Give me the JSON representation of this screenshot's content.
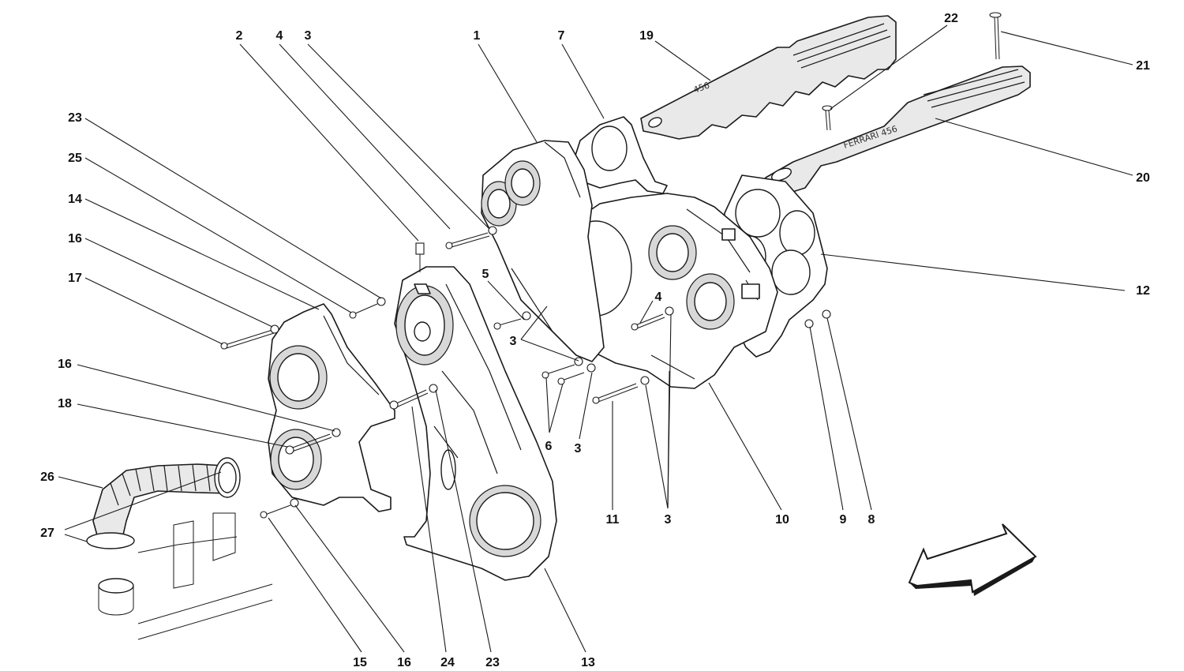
{
  "diagram": {
    "callouts": {
      "n1": "1",
      "n2": "2",
      "n3a": "3",
      "n3b": "3",
      "n3c": "3",
      "n3d": "3",
      "n4a": "4",
      "n4b": "4",
      "n5": "5",
      "n6": "6",
      "n7": "7",
      "n8": "8",
      "n9": "9",
      "n10": "10",
      "n11": "11",
      "n12": "12",
      "n13": "13",
      "n14": "14",
      "n15": "15",
      "n16a": "16",
      "n16b": "16",
      "n16c": "16",
      "n17": "17",
      "n18": "18",
      "n19": "19",
      "n20": "20",
      "n21": "21",
      "n22": "22",
      "n23a": "23",
      "n23b": "23",
      "n24": "24",
      "n25": "25",
      "n26": "26",
      "n27": "27"
    },
    "cover_left_text": "456",
    "cover_right_text": "FERRARI 456"
  }
}
